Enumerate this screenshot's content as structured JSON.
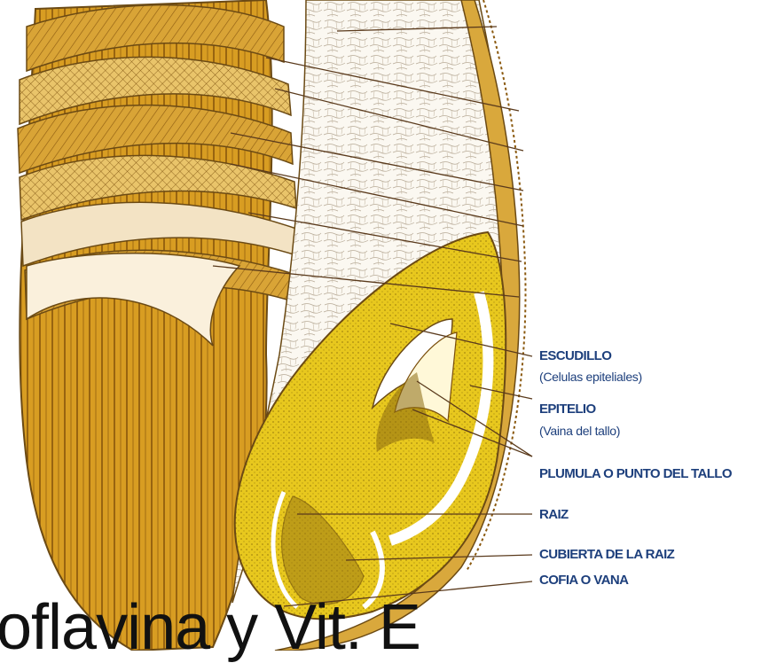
{
  "labels": {
    "escudillo": "ESCUDILLO",
    "escudillo_sub": "(Celulas epiteliales)",
    "epitelio": "EPITELIO",
    "epitelio_sub": "(Vaina del tallo)",
    "plumula": "PLUMULA O PUNTO DEL TALLO",
    "raiz": "RAIZ",
    "cubierta": "CUBIERTA DE LA RAIZ",
    "cofia": "COFIA O VANA"
  },
  "title": "oflavina y Vit. E",
  "colors": {
    "label_text": "#1d3f7c",
    "leader_line": "#5a3a1c",
    "bran_dark": "#b07a12",
    "bran_light": "#e3b64a",
    "endosperm": "#fbf7ef",
    "germ": "#e6c51c",
    "outline": "#6b4a14"
  }
}
